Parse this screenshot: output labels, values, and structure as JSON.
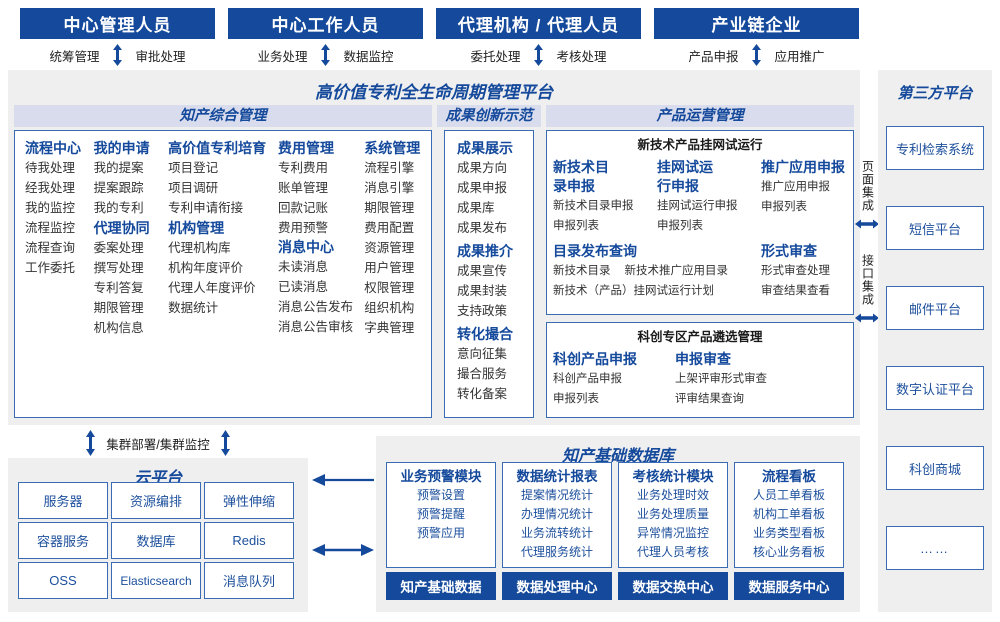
{
  "roles": [
    {
      "title": "中心管理人员",
      "left_action": "统筹管理",
      "right_action": "审批处理"
    },
    {
      "title": "中心工作人员",
      "left_action": "业务处理",
      "right_action": "数据监控"
    },
    {
      "title": "代理机构 / 代理人员",
      "left_action": "委托处理",
      "right_action": "考核处理"
    },
    {
      "title": "产业链企业",
      "left_action": "产品申报",
      "right_action": "应用推广"
    }
  ],
  "platform": {
    "title": "高价值专利全生命周期管理平台",
    "bands": [
      {
        "label": "知产综合管理"
      },
      {
        "label": "成果创新示范"
      },
      {
        "label": "产品运营管理"
      }
    ],
    "zhichan_columns": [
      {
        "groups": [
          {
            "head": "流程中心",
            "items": [
              "待我处理",
              "经我处理",
              "我的监控",
              "流程监控",
              "流程查询",
              "工作委托"
            ]
          }
        ]
      },
      {
        "groups": [
          {
            "head": "我的申请",
            "items": [
              "我的提案",
              "提案跟踪",
              "我的专利"
            ]
          },
          {
            "head": "代理协同",
            "items": [
              "委案处理",
              "撰写处理",
              "专利答复",
              "期限管理",
              "机构信息"
            ]
          }
        ]
      },
      {
        "groups": [
          {
            "head": "高价值专利培育",
            "items": [
              "项目登记",
              "项目调研",
              "专利申请衔接"
            ]
          },
          {
            "head": "机构管理",
            "items": [
              "代理机构库",
              "机构年度评价",
              "代理人年度评价",
              "数据统计"
            ]
          }
        ]
      },
      {
        "groups": [
          {
            "head": "费用管理",
            "items": [
              "专利费用",
              "账单管理",
              "回款记账",
              "费用预警"
            ]
          },
          {
            "head": "消息中心",
            "items": [
              "未读消息",
              "已读消息",
              "消息公告发布",
              "消息公告审核"
            ]
          }
        ]
      },
      {
        "groups": [
          {
            "head": "系统管理",
            "items": [
              "流程引擎",
              "消息引擎",
              "期限管理",
              "费用配置",
              "资源管理",
              "用户管理",
              "权限管理",
              "组织机构",
              "字典管理"
            ]
          }
        ]
      }
    ],
    "chengguo_groups": [
      {
        "head": "成果展示",
        "items": [
          "成果方向",
          "成果申报",
          "成果库",
          "成果发布"
        ]
      },
      {
        "head": "成果推介",
        "items": [
          "成果宣传",
          "成果封装",
          "支持政策"
        ]
      },
      {
        "head": "转化撮合",
        "items": [
          "意向征集",
          "撮合服务",
          "转化备案"
        ]
      }
    ],
    "product_box1": {
      "head": "新技术产品挂网试运行",
      "columns": [
        {
          "head": "新技术目录申报",
          "items": [
            "新技术目录申报",
            "申报列表"
          ]
        },
        {
          "head": "挂网试运行申报",
          "items": [
            "挂网试运行申报",
            "申报列表"
          ]
        },
        {
          "head": "推广应用申报",
          "items": [
            "推广应用申报",
            "申报列表"
          ]
        }
      ],
      "sub_left": {
        "head": "目录发布查询",
        "items": [
          "新技术目录",
          "新技术推广应用目录",
          "新技术（产品）挂网试运行计划"
        ]
      },
      "sub_right": {
        "head": "形式审查",
        "items": [
          "形式审查处理",
          "审查结果查看"
        ]
      }
    },
    "product_box2": {
      "head": "科创专区产品遴选管理",
      "columns": [
        {
          "head": "科创产品申报",
          "items": [
            "科创产品申报",
            "申报列表"
          ]
        },
        {
          "head": "申报审查",
          "items": [
            "上架评审形式审查",
            "评审结果查询"
          ]
        }
      ]
    }
  },
  "integration": {
    "page_integration": "页面集成",
    "api_integration": "接口集成"
  },
  "third_party": {
    "title": "第三方平台",
    "items": [
      "专利检索系统",
      "短信平台",
      "邮件平台",
      "数字认证平台",
      "科创商城",
      "……"
    ]
  },
  "cloud": {
    "connector_label": "集群部署/集群监控",
    "title": "云平台",
    "cells": [
      "服务器",
      "资源编排",
      "弹性伸缩",
      "容器服务",
      "数据库",
      "Redis",
      "OSS",
      "Elasticsearch",
      "消息队列"
    ]
  },
  "database": {
    "title": "知产基础数据库",
    "columns": [
      {
        "head": "业务预警模块",
        "items": [
          "预警设置",
          "预警提醒",
          "预警应用"
        ],
        "footer": "知产基础数据"
      },
      {
        "head": "数据统计报表",
        "items": [
          "提案情况统计",
          "办理情况统计",
          "业务流转统计",
          "代理服务统计"
        ],
        "footer": "数据处理中心"
      },
      {
        "head": "考核统计模块",
        "items": [
          "业务处理时效",
          "业务处理质量",
          "异常情况监控",
          "代理人员考核"
        ],
        "footer": "数据交换中心"
      },
      {
        "head": "流程看板",
        "items": [
          "人员工单看板",
          "机构工单看板",
          "业务类型看板",
          "核心业务看板"
        ],
        "footer": "数据服务中心"
      }
    ]
  },
  "colors": {
    "navy": "#14499b",
    "border_blue": "#3a6cb5",
    "band": "#d9dcec",
    "panel": "#efefef"
  }
}
